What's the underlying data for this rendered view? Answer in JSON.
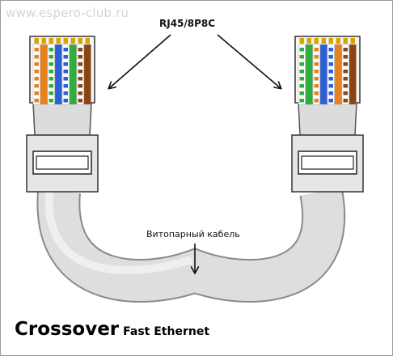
{
  "watermark": "www.espero-club.ru",
  "label_connector": "RJ45/8P8C",
  "label_cable": "Витопарный кабель",
  "title_main": "Crossover",
  "title_sub": "Fast Ethernet",
  "colors": {
    "cable": "#dcdcdc",
    "orange": "#e8821e",
    "green": "#2eae3c",
    "blue": "#2b5fd6",
    "brown": "#8b4513",
    "white": "#ffffff",
    "pin": "#d9a400"
  },
  "connectors": [
    {
      "name": "left",
      "wires": [
        "white-orange",
        "orange",
        "white-green",
        "blue",
        "white-blue",
        "green",
        "white-brown",
        "brown"
      ]
    },
    {
      "name": "right",
      "wires": [
        "white-green",
        "green",
        "white-orange",
        "blue",
        "white-blue",
        "orange",
        "white-brown",
        "brown"
      ]
    }
  ]
}
